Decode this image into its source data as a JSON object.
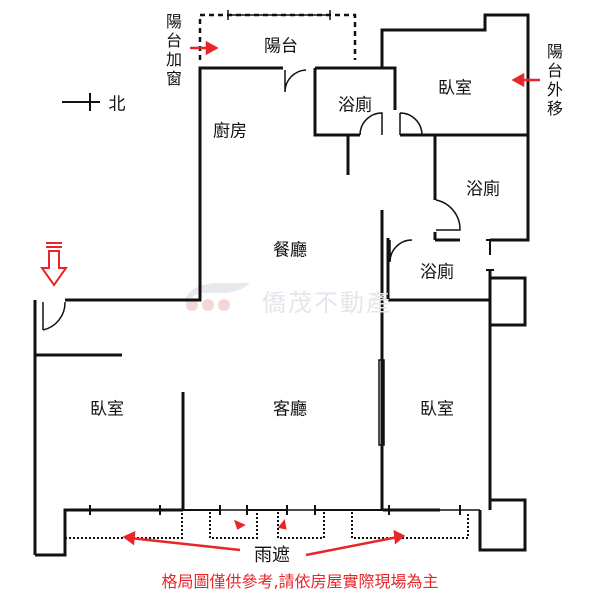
{
  "rooms": {
    "balcony_top": "陽台",
    "bath_1": "浴廁",
    "bedroom_top_right": "臥室",
    "kitchen": "廚房",
    "bath_2": "浴廁",
    "dining": "餐廳",
    "bath_3": "浴廁",
    "bedroom_left": "臥室",
    "living": "客廳",
    "bedroom_right": "臥室"
  },
  "annotations": {
    "balcony_window": "陽台加窗",
    "balcony_moved": "陽台外移",
    "compass": "北",
    "canopy": "雨遮",
    "disclaimer": "格局圖僅供參考,請依房屋實際現場為主"
  },
  "watermark": "僑茂不動產",
  "colors": {
    "wall": "#111111",
    "annotation": "#e8262a",
    "watermark": "#e4e6ec"
  }
}
